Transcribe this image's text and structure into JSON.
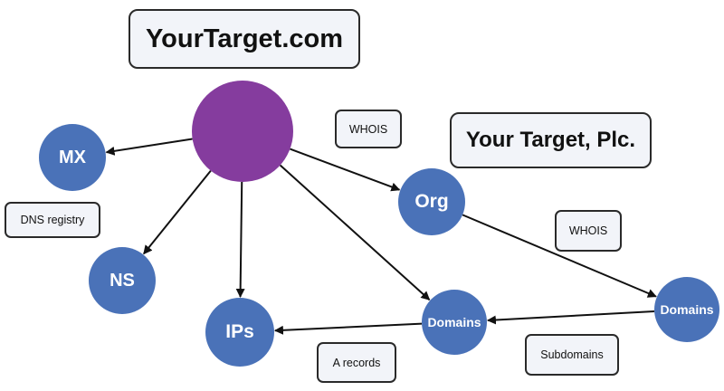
{
  "boxes": {
    "target_domain": "YourTarget.com",
    "target_company": "Your Target, Plc.",
    "whois_1": "WHOIS",
    "whois_2": "WHOIS",
    "dns_registry": "DNS registry",
    "a_records": "A records",
    "subdomains": "Subdomains"
  },
  "nodes": {
    "root": "",
    "mx": "MX",
    "ns": "NS",
    "ips": "IPs",
    "org": "Org",
    "domains_1": "Domains",
    "domains_2": "Domains"
  },
  "colors": {
    "root_node": "#853c9e",
    "child_node": "#4a72b8",
    "edge": "#111111",
    "label_box_fill": "#f2f4f9",
    "label_box_border": "#2a2a2a"
  },
  "edges": [
    {
      "from": "root",
      "to": "mx"
    },
    {
      "from": "root",
      "to": "ns"
    },
    {
      "from": "root",
      "to": "ips"
    },
    {
      "from": "root",
      "to": "org"
    },
    {
      "from": "root",
      "to": "domains_1"
    },
    {
      "from": "org",
      "to": "domains_2"
    },
    {
      "from": "domains_2",
      "to": "domains_1"
    },
    {
      "from": "domains_1",
      "to": "ips"
    }
  ]
}
